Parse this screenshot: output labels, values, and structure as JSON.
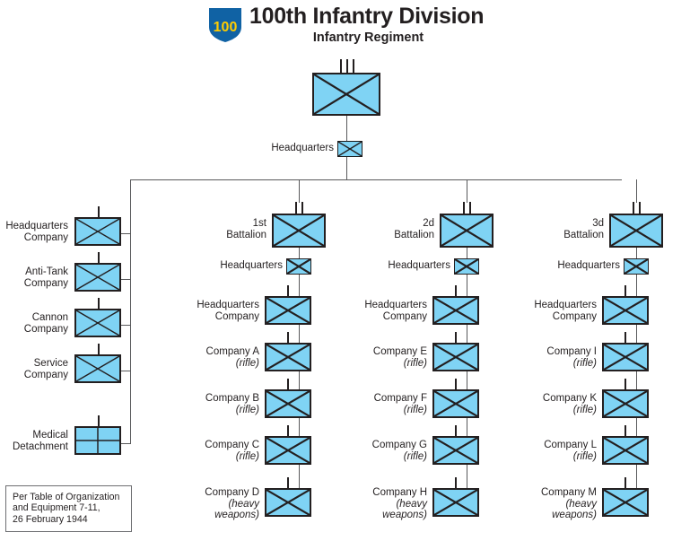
{
  "header": {
    "insignia_number": "100",
    "insignia_shape": "shield-icon",
    "insignia_bg": "#1062a4",
    "insignia_fg": "#ffcc00",
    "title": "100th Infantry Division",
    "subtitle": "Infantry Regiment"
  },
  "colors": {
    "symbol_fill": "#7fd3f4",
    "symbol_border": "#231f20",
    "connector": "#58595b",
    "footnote_border": "#6d6e71"
  },
  "root": {
    "name": "Infantry Regiment",
    "echelon": "regiment",
    "echelon_marks": 3,
    "symbol": "infantry-cross"
  },
  "regiment_headquarters": {
    "label": "Headquarters",
    "symbol": "infantry-cross"
  },
  "regimental_units": [
    {
      "label_line1": "Headquarters",
      "label_line2": "Company",
      "symbol": "infantry-cross"
    },
    {
      "label_line1": "Anti-Tank",
      "label_line2": "Company",
      "symbol": "infantry-cross"
    },
    {
      "label_line1": "Cannon",
      "label_line2": "Company",
      "symbol": "infantry-cross"
    },
    {
      "label_line1": "Service",
      "label_line2": "Company",
      "symbol": "infantry-cross"
    },
    {
      "label_line1": "Medical",
      "label_line2": "Detachment",
      "symbol": "medical-cross"
    }
  ],
  "battalions": [
    {
      "label_line1": "1st",
      "label_line2": "Battalion",
      "echelon_marks": 2,
      "symbol": "infantry-cross",
      "headquarters_label": "Headquarters",
      "companies": [
        {
          "line1": "Headquarters",
          "line2": "Company",
          "line3": "",
          "italic": false,
          "symbol": "infantry-cross"
        },
        {
          "line1": "Company A",
          "line2": "(rifle)",
          "line3": "",
          "italic": true,
          "symbol": "infantry-cross"
        },
        {
          "line1": "Company B",
          "line2": "(rifle)",
          "line3": "",
          "italic": true,
          "symbol": "infantry-cross"
        },
        {
          "line1": "Company C",
          "line2": "(rifle)",
          "line3": "",
          "italic": true,
          "symbol": "infantry-cross"
        },
        {
          "line1": "Company D",
          "line2": "(heavy",
          "line3": "weapons)",
          "italic": true,
          "symbol": "infantry-cross"
        }
      ]
    },
    {
      "label_line1": "2d",
      "label_line2": "Battalion",
      "echelon_marks": 2,
      "symbol": "infantry-cross",
      "headquarters_label": "Headquarters",
      "companies": [
        {
          "line1": "Headquarters",
          "line2": "Company",
          "line3": "",
          "italic": false,
          "symbol": "infantry-cross"
        },
        {
          "line1": "Company E",
          "line2": "(rifle)",
          "line3": "",
          "italic": true,
          "symbol": "infantry-cross"
        },
        {
          "line1": "Company F",
          "line2": "(rifle)",
          "line3": "",
          "italic": true,
          "symbol": "infantry-cross"
        },
        {
          "line1": "Company G",
          "line2": "(rifle)",
          "line3": "",
          "italic": true,
          "symbol": "infantry-cross"
        },
        {
          "line1": "Company H",
          "line2": "(heavy",
          "line3": "weapons)",
          "italic": true,
          "symbol": "infantry-cross"
        }
      ]
    },
    {
      "label_line1": "3d",
      "label_line2": "Battalion",
      "echelon_marks": 2,
      "symbol": "infantry-cross",
      "headquarters_label": "Headquarters",
      "companies": [
        {
          "line1": "Headquarters",
          "line2": "Company",
          "line3": "",
          "italic": false,
          "symbol": "infantry-cross"
        },
        {
          "line1": "Company I",
          "line2": "(rifle)",
          "line3": "",
          "italic": true,
          "symbol": "infantry-cross"
        },
        {
          "line1": "Company K",
          "line2": "(rifle)",
          "line3": "",
          "italic": true,
          "symbol": "infantry-cross"
        },
        {
          "line1": "Company L",
          "line2": "(rifle)",
          "line3": "",
          "italic": true,
          "symbol": "infantry-cross"
        },
        {
          "line1": "Company M",
          "line2": "(heavy",
          "line3": "weapons)",
          "italic": true,
          "symbol": "infantry-cross"
        }
      ]
    }
  ],
  "footnote": {
    "line1": "Per Table of Organization",
    "line2": "and Equipment 7-11,",
    "line3": "26 February 1944"
  }
}
